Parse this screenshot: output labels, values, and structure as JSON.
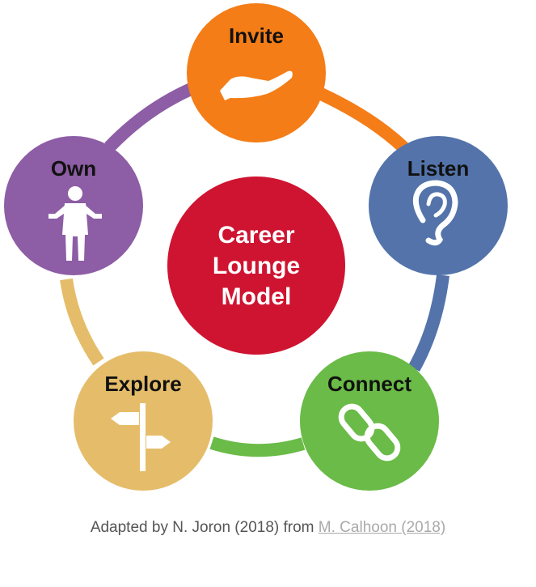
{
  "center": {
    "lines": [
      "Career",
      "Lounge",
      "Model"
    ],
    "color": "#cf1431"
  },
  "nodes": [
    {
      "label": "Invite",
      "icon": "open-hand-icon",
      "color": "#f47d17"
    },
    {
      "label": "Listen",
      "icon": "ear-icon",
      "color": "#5373aa"
    },
    {
      "label": "Connect",
      "icon": "chain-link-icon",
      "color": "#6abb47"
    },
    {
      "label": "Explore",
      "icon": "signpost-icon",
      "color": "#e5bd6a"
    },
    {
      "label": "Own",
      "icon": "person-shrug-icon",
      "color": "#8d5da5"
    }
  ],
  "caption": {
    "prefix": "Adapted by N. Joron (2018) from ",
    "link_text": "M. Calhoon (2018)"
  }
}
